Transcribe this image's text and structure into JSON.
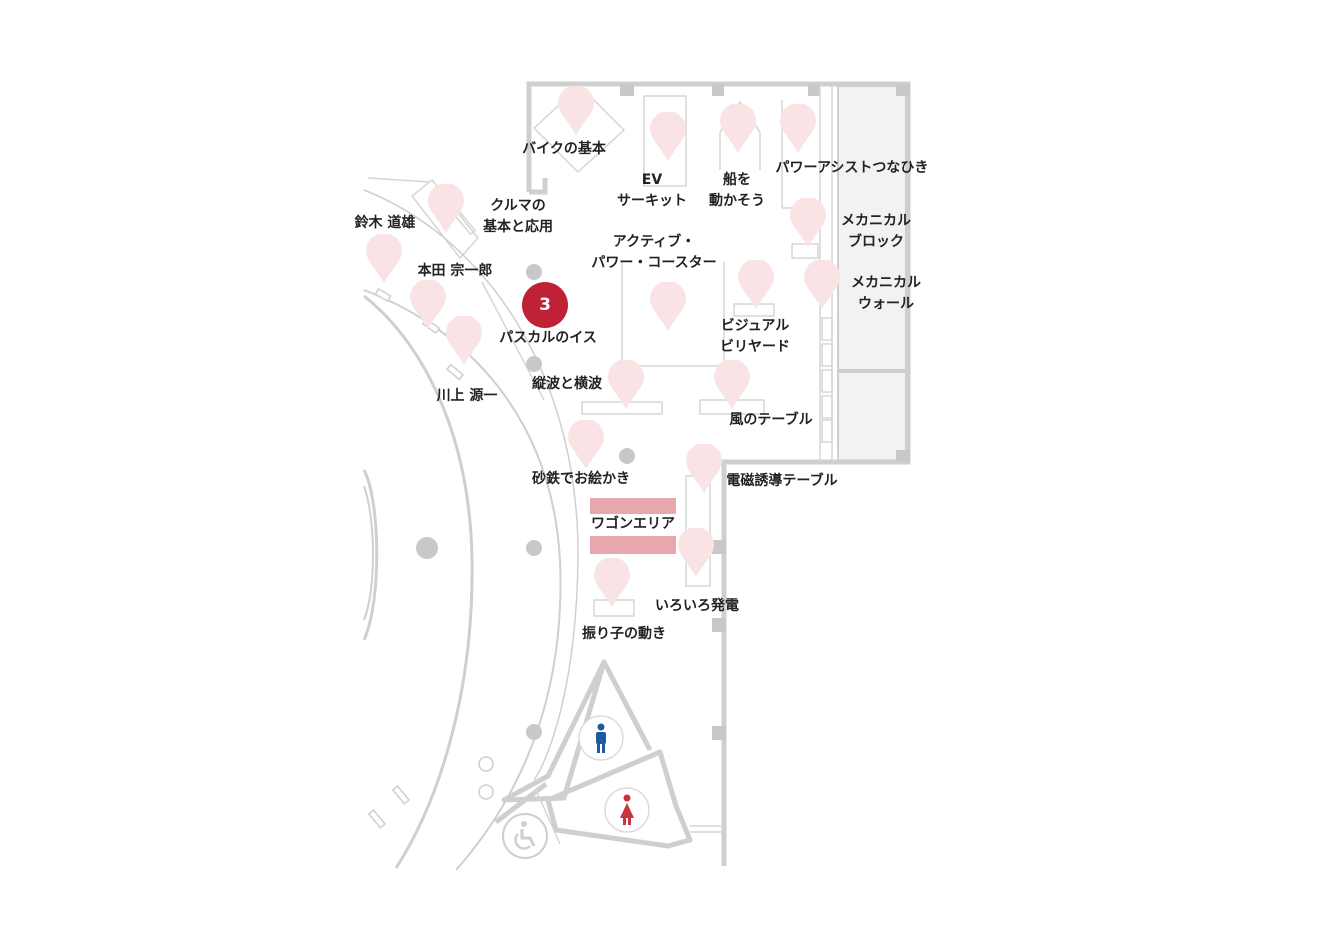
{
  "colors": {
    "wall": "#cfcfcf",
    "room_fill": "#f2f2f2",
    "pin": "#f9e3e5",
    "active": "#bf2136",
    "wagon": "#e8a6ad",
    "male": "#1f5a9e",
    "female": "#c6343c",
    "text": "#222222"
  },
  "active_exhibit": {
    "number": "3",
    "label": "パスカルのイス"
  },
  "labels": {
    "bike": "バイクの基本",
    "ev": "EV\nサーキット",
    "ship": "船を\n動かそう",
    "power_assist": "パワーアシストつなひき",
    "car": "クルマの\n基本と応用",
    "suzuki": "鈴木 道雄",
    "honda": "本田 宗一郎",
    "active_coaster": "アクティブ・\nパワー・コースター",
    "mech_block": "メカニカル\nブロック",
    "mech_wall": "メカニカル\nウォール",
    "pascal": "パスカルのイス",
    "visual_billiard": "ビジュアル\nビリヤード",
    "kawakami": "川上 源一",
    "waves": "縦波と横波",
    "wind_table": "風のテーブル",
    "sand_iron": "砂鉄でお絵かき",
    "em_table": "電磁誘導テーブル",
    "wagon_area": "ワゴンエリア",
    "power_gen": "いろいろ発電",
    "pendulum": "振り子の動き"
  },
  "icons": {
    "male": "male-restroom-icon",
    "female": "female-restroom-icon",
    "accessible": "wheelchair-icon",
    "pin": "map-pin-icon"
  }
}
